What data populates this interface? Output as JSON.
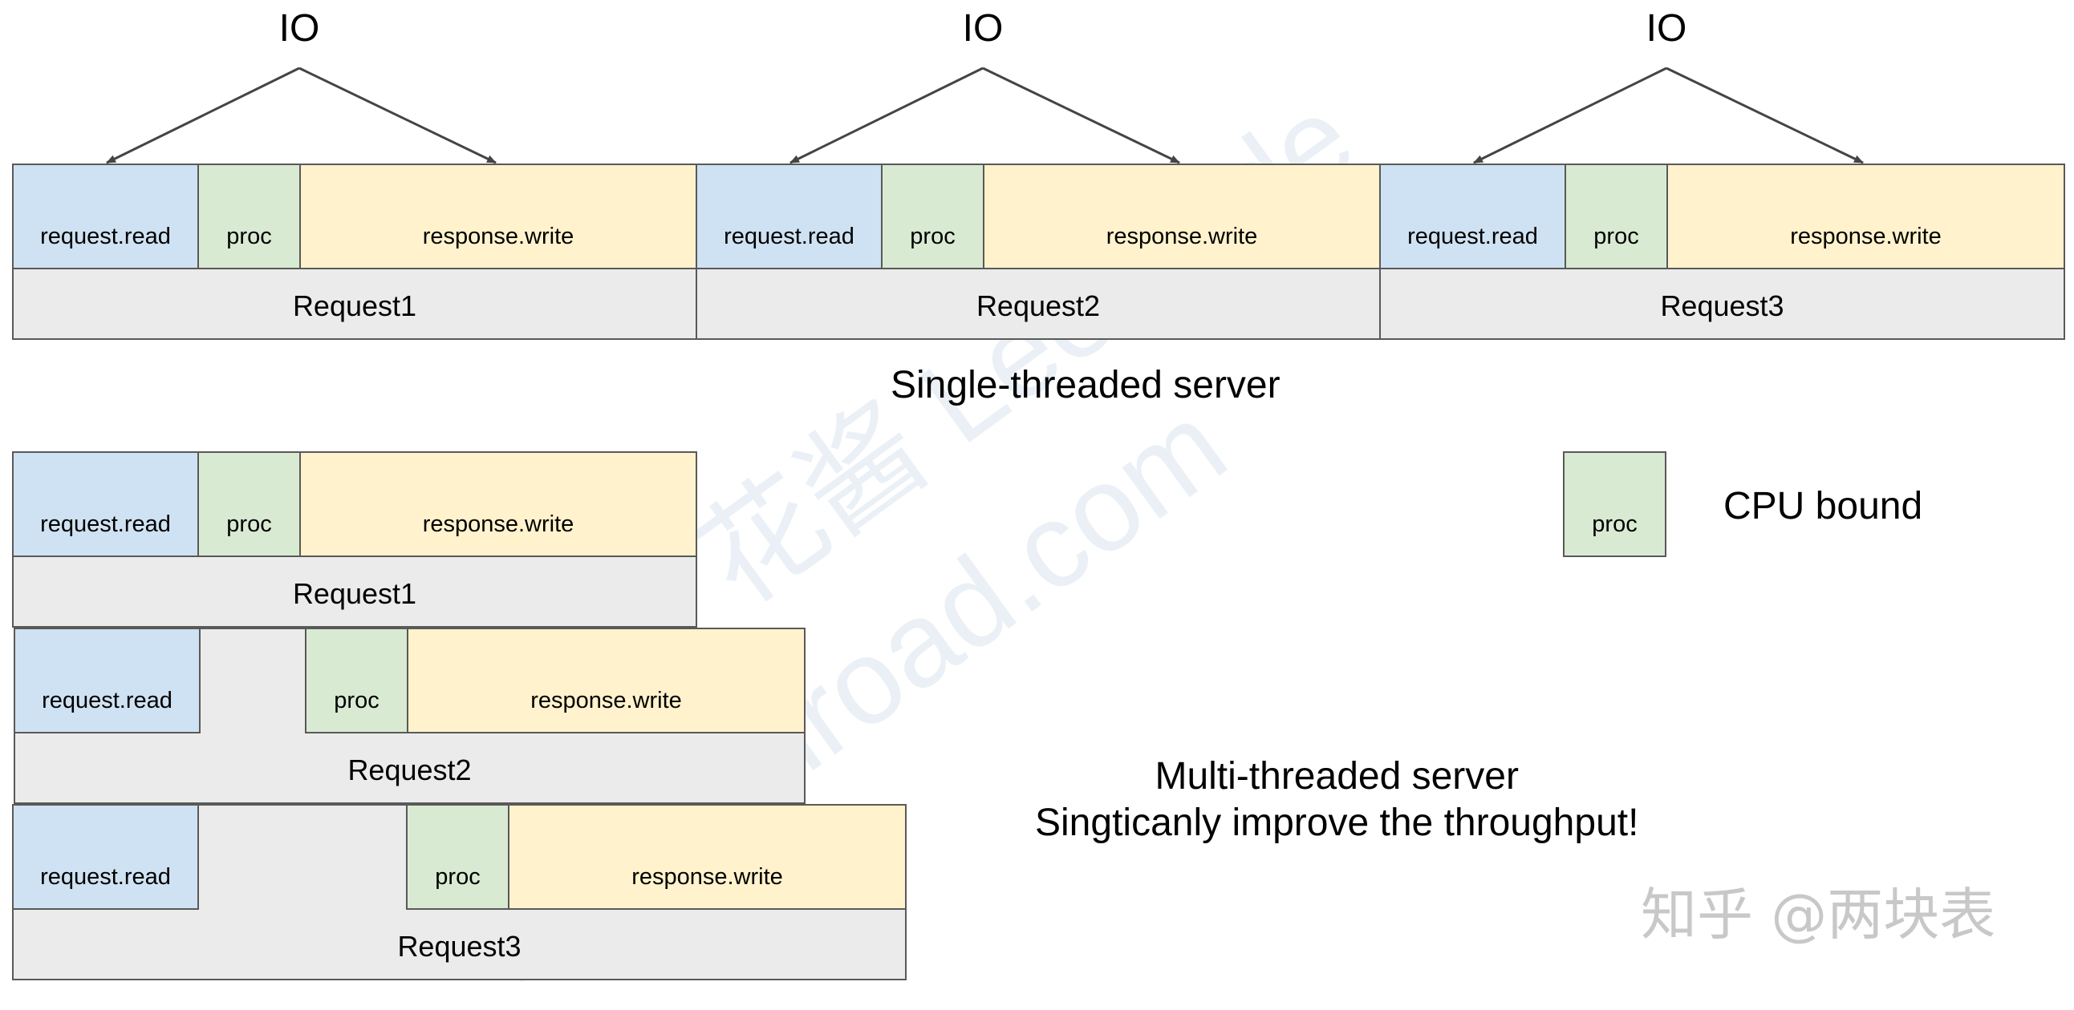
{
  "io_label": "IO",
  "labels": {
    "read": "request.read",
    "proc": "proc",
    "write": "response.write"
  },
  "requests": [
    "Request1",
    "Request2",
    "Request3"
  ],
  "single_threaded_caption": "Single-threaded server",
  "legend": {
    "proc": "proc",
    "text": "CPU bound"
  },
  "multi_threaded_caption": {
    "line1": "Multi-threaded server",
    "line2": "Singticanly improve the throughput!"
  },
  "watermarks": {
    "site": "mytechroad.com",
    "chinese": "花酱 Leetcode",
    "zhihu": "知乎 @两块表"
  },
  "colors": {
    "read": "#cfe2f3",
    "proc": "#d9ead3",
    "write": "#fff2cc",
    "band": "#ebebeb",
    "border": "#595959"
  }
}
